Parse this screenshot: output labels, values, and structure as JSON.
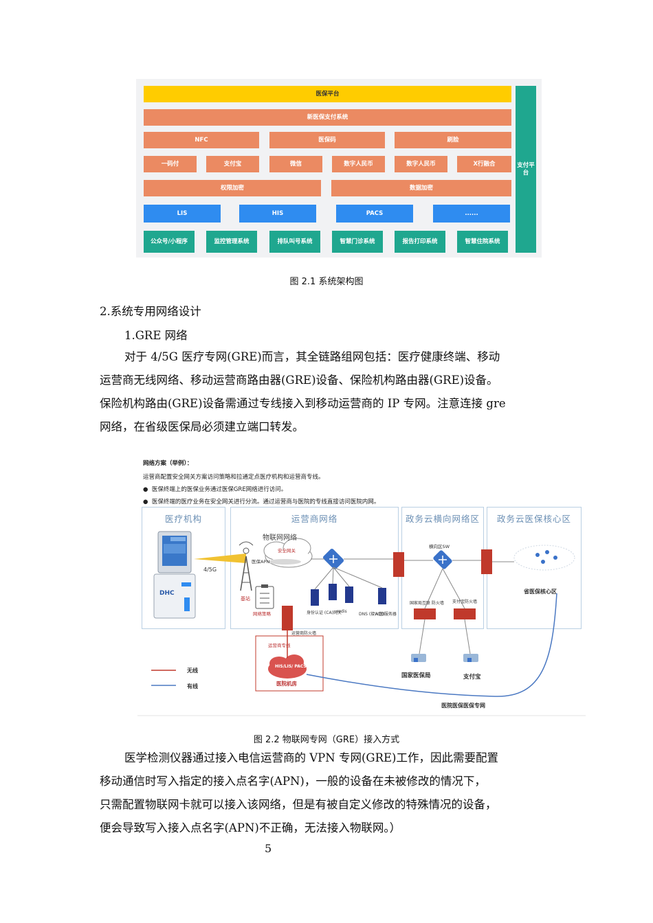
{
  "figure1": {
    "platform": "医保平台",
    "payment_system": "新医保支付系统",
    "row3": [
      "NFC",
      "医保码",
      "刷脸"
    ],
    "row4": [
      "一码付",
      "支付宝",
      "微信",
      "数字人民币",
      "数字人民币",
      "X行融合"
    ],
    "row5": [
      "权限加密",
      "数据加密"
    ],
    "row6": [
      "LIS",
      "HIS",
      "PACS",
      "......"
    ],
    "row7": [
      "公众号/小程序",
      "监控管理系统",
      "排队叫号系统",
      "智慧门诊系统",
      "报告打印系统",
      "智慧住院系统"
    ],
    "side": "支付平台",
    "caption": "图 2.1  系统架构图",
    "colors": {
      "yellow": "#ffcc00",
      "orange": "#eb8a62",
      "blue": "#2f8cf0",
      "teal": "#1fa78f"
    }
  },
  "section_heading": "2.系统专用网络设计",
  "sub_heading": "1.GRE 网络",
  "paragraph1": [
    "对于 4/5G 医疗专网(GRE)而言，其全链路组网包括：医疗健康终端、移动",
    "运营商无线网络、移动运营商路由器(GRE)设备、保险机构路由器(GRE)设备。",
    "保险机构路由(GRE)设备需通过专线接入到移动运营商的 IP 专网。注意连接 gre",
    "网络，在省级医保局必须建立端口转发。"
  ],
  "figure2": {
    "note_title": "网络方案（举例）：",
    "note_line": "运营商配置安全网关方案访问策略和拉通定点医疗机构和运营商专线。",
    "bullets": [
      "医保终端上的医保业务通过医保GRE网络进行访问。",
      "医保终端的医疗业务在安全网关进行分流。通过运营商与医院的专线直接访问医院内网。"
    ],
    "zones": [
      "医疗机构",
      "运营商网络",
      "政务云横向网络区",
      "政务云医保核心区"
    ],
    "labels": {
      "iot_network": "物联网网络",
      "security_gw": "安全网关",
      "wireless_link": "4/5G",
      "apn": "医保APN",
      "base_station": "基站",
      "network_policy": "网络策略",
      "ca_gateway": "身份认证\n(CA)网关",
      "redis": "redis",
      "dns": "DNS\n(接入区)",
      "web_service": "WEB服务器",
      "carrier_firewall": "运营商防火墙",
      "carrier_line": "运营商专线",
      "his": "HIS/LIS/\nPACS...",
      "hospital_room": "医院机房",
      "horizontal_sw": "横向区SW",
      "national_fw": "国家局互联\n防火墙",
      "alipay_fw": "支付宝防火墙",
      "national_bureau": "国家医保局",
      "alipay": "支付宝",
      "provincial_core": "省医保核心区",
      "hospital_line": "医院医保医保专网",
      "kiosk_brand": "DHC"
    },
    "legend": [
      "无线",
      "有线"
    ],
    "legend_colors": {
      "wireless": "#c0392b",
      "wired": "#4a78c2"
    },
    "caption": "图 2.2  物联网专网（GRE）接入方式"
  },
  "paragraph2": [
    "医学检测仪器通过接入电信运营商的 VPN 专网(GRE)工作，因此需要配置",
    "移动通信时写入指定的接入点名字(APN)，一般的设备在未被修改的情况下，",
    "只需配置物联网卡就可以接入该网络，但是有被自定义修改的特殊情况的设备，",
    "便会导致写入接入点名字(APN)不正确，无法接入物联网。）"
  ],
  "page_number": "5"
}
